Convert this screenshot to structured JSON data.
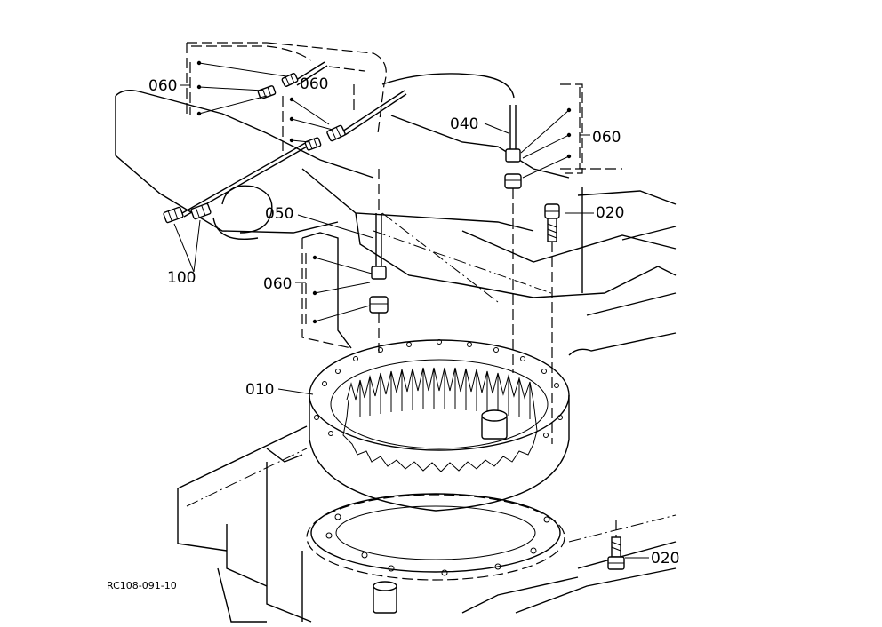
{
  "callouts": {
    "c060_top_left": "060",
    "c060_top_mid": "060",
    "c040": "040",
    "c060_right": "060",
    "c020_upper": "020",
    "c050": "050",
    "c100": "100",
    "c060_mid": "060",
    "c010": "010",
    "c020_lower": "020"
  },
  "reference_code": "RC108-091-10",
  "icons": [
    "grease-fitting-icon",
    "bolt-icon",
    "swivel-bearing-ring-icon"
  ]
}
